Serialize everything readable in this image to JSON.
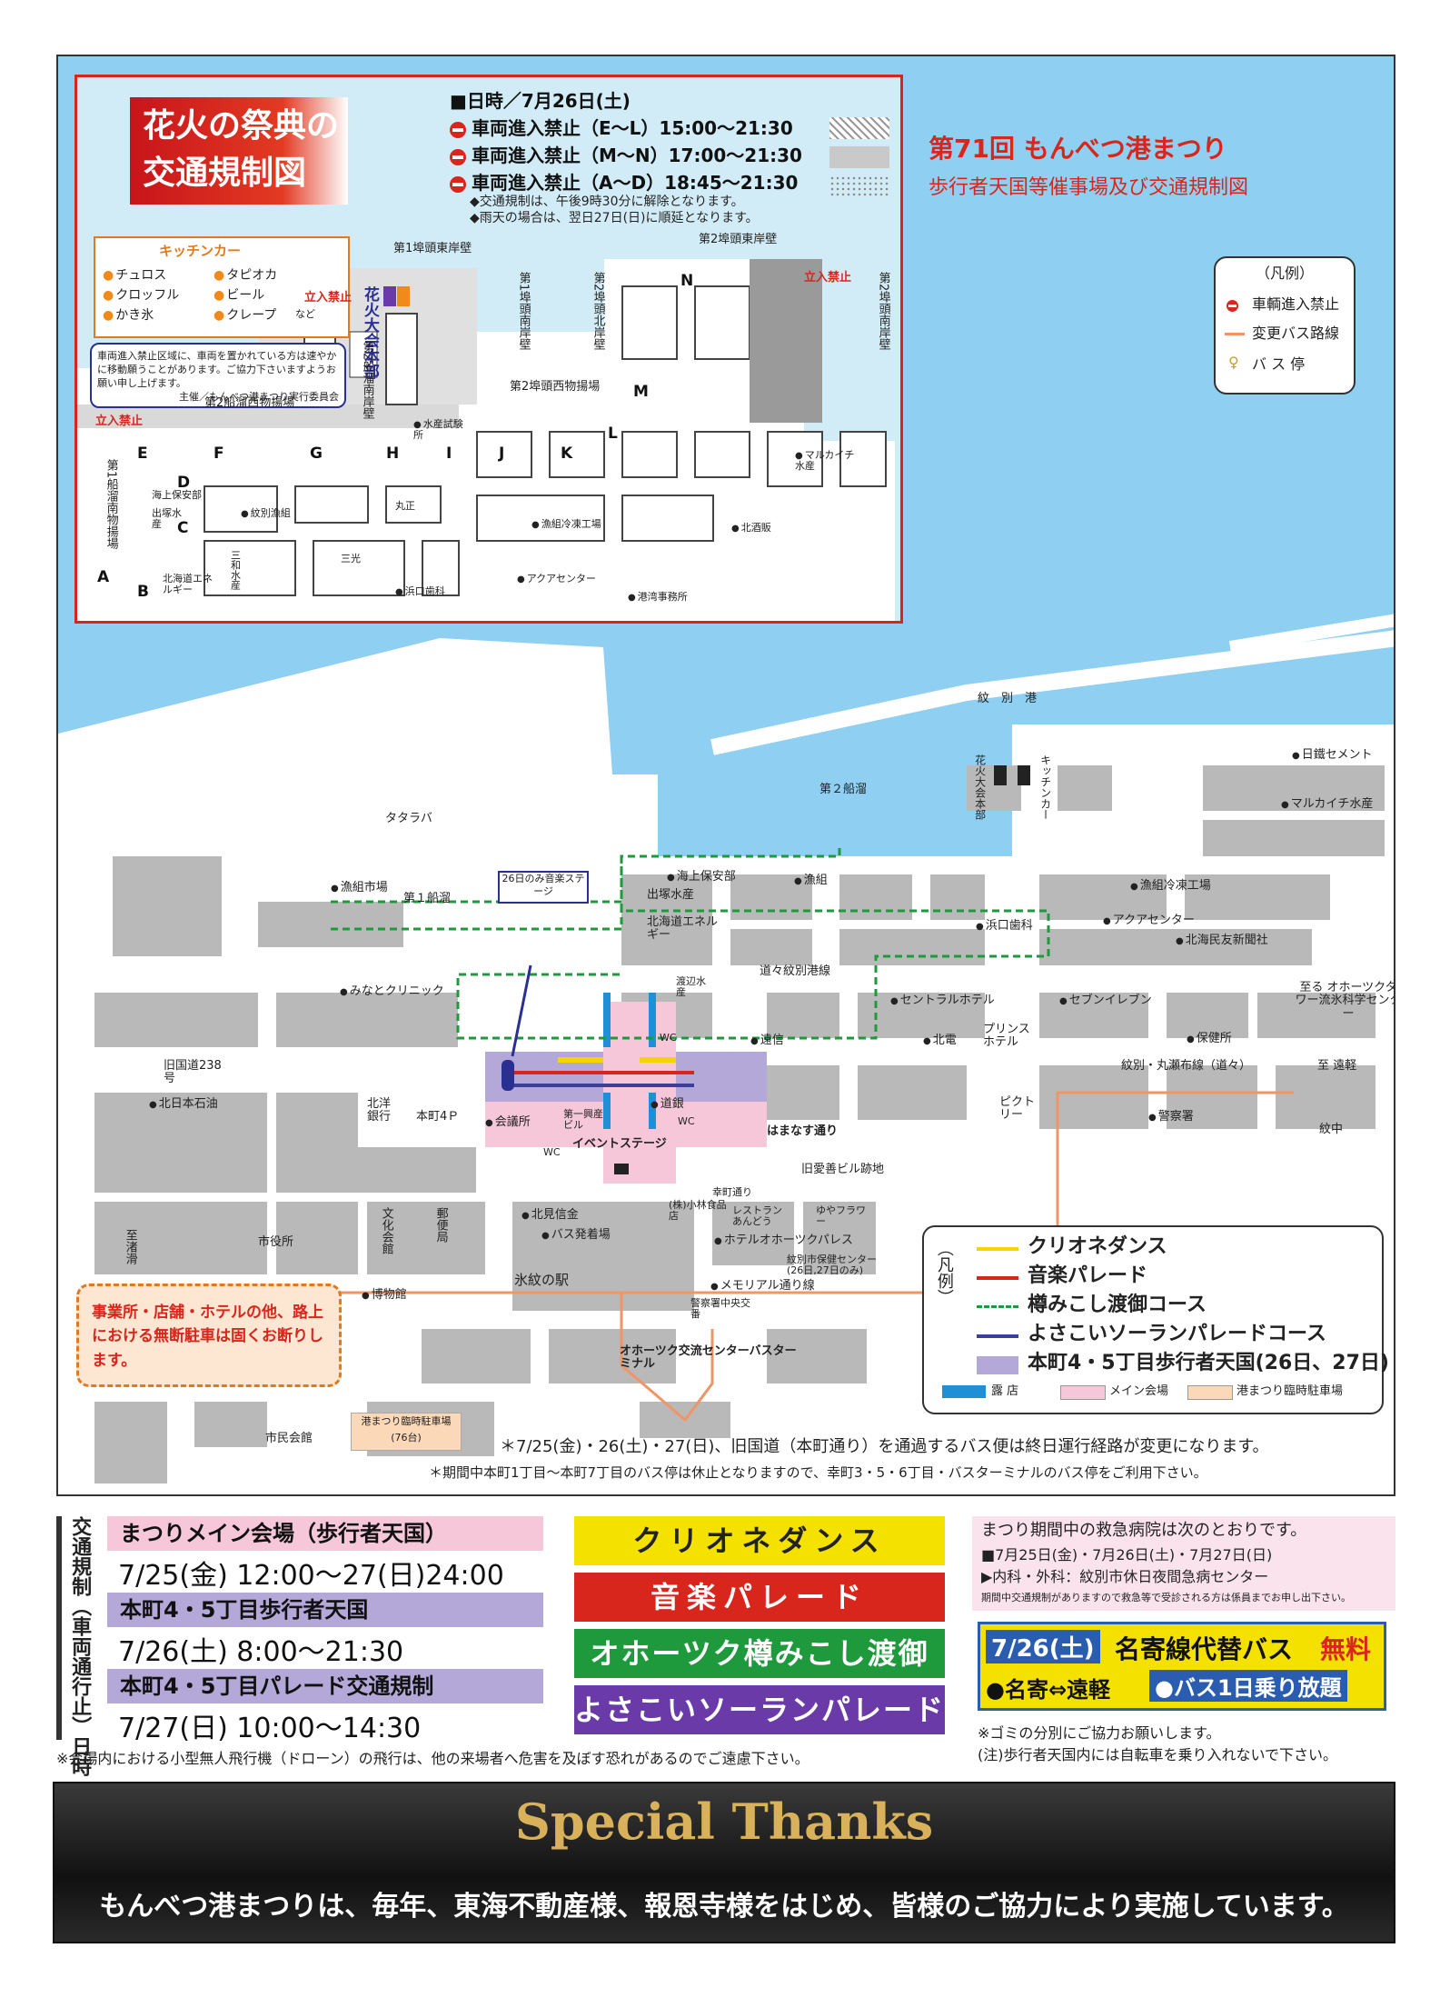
{
  "inset": {
    "title_line1": "花火の祭典の",
    "title_line2": "交通規制図",
    "date_label": "■日時／",
    "date_value": "7月26日(土)",
    "closures": [
      "車両進入禁止（E〜L）15:00〜21:30",
      "車両進入禁止（M〜N）17:00〜21:30",
      "車両進入禁止（A〜D）18:45〜21:30"
    ],
    "notes": [
      "◆交通規制は、午後9時30分に解除となります。",
      "◆雨天の場合は、翌日27日(日)に順延となります。"
    ],
    "kitchen_title": "キッチンカー",
    "kitchen_items": [
      "チュロス",
      "タピオカ",
      "クロッフル",
      "ビール",
      "かき氷",
      "クレープ"
    ],
    "kitchen_etc": "など",
    "request_text": "車両進入禁止区域に、車両を置かれている方は速やかに移動願うことがあります。ご協力下さいますようお願い申し上げます。",
    "request_org": "主催／もんべつ港まつり実行委員会",
    "hq": "花火大会本部",
    "no_entry_label": "立入禁止",
    "letters": [
      "A",
      "B",
      "C",
      "D",
      "E",
      "F",
      "G",
      "H",
      "I",
      "J",
      "K",
      "L",
      "M",
      "N"
    ],
    "places": {
      "p1": "第1埠頭東岸壁",
      "p2": "第2埠頭東岸壁",
      "p3": "第1埠頭南岸壁",
      "p4": "第2埠頭北岸壁",
      "p5": "第2埠頭南岸壁",
      "p6": "第2船溜南岸壁",
      "p7": "第2船溜西物揚場",
      "p8": "第2埠頭西物揚場",
      "p9": "第1船溜南物揚場",
      "p10": "水産試験所",
      "p11": "マルカイチ水産",
      "p12": "海上保安部",
      "p13": "出塚水産",
      "p14": "紋別漁組",
      "p15": "丸正",
      "p16": "漁組冷凍工場",
      "p17": "北酒販",
      "p18": "三和水産",
      "p19": "三光",
      "p20": "北海道エネルギー",
      "p21": "浜口歯科",
      "p22": "アクアセンター",
      "p23": "港湾事務所"
    }
  },
  "title": {
    "main": "第71回 もんべつ港まつり",
    "sub": "歩行者天国等催事場及び交通規制図"
  },
  "legend_small": {
    "title": "（凡例）",
    "items": [
      "車輌進入禁止",
      "変更バス路線",
      "バ ス 停"
    ]
  },
  "map": {
    "sea_labels": [
      "紋　別　港",
      "第２船溜",
      "第１船溜"
    ],
    "labels": {
      "tatarabba": "タタラバ",
      "music_stage": "26日のみ音楽ステージ",
      "gyojo_ichiba": "漁組市場",
      "kaijo": "海上保安部",
      "izuka": "出塚水産",
      "gyokumi": "漁組",
      "hokkaido": "北海道エネルギー",
      "hamaguchi": "浜口歯科",
      "aqua": "アクアセンター",
      "gyokumi_reito": "漁組冷凍工場",
      "minpo": "北海民友新聞社",
      "nittetsu": "日鐵セメント",
      "marukaichi": "マルカイチ水産",
      "hanabi_hq": "花火大会本部",
      "kitchen": "キッチンカー",
      "michi_sen": "道々紋別港線",
      "minato_clinic": "みなとクリニック",
      "watanabe": "渡辺水産",
      "central": "セントラルホテル",
      "seven": "セブンイレブン",
      "okhotsk_tower": "至る オホーツクタワー流氷科学センター",
      "hodensho": "保健所",
      "wc": "WC",
      "enshin": "遠信",
      "hokuden": "北電",
      "prince": "プリンスホテル",
      "kyu_kokudo": "旧国道238号",
      "hokunichi": "北日本石油",
      "hokuyo": "北洋銀行",
      "honcho4p": "本町4Ｐ",
      "kaigisho": "会議所",
      "daiichi": "第一興産ビル",
      "dogin": "道銀",
      "event_stage": "イベントステージ",
      "hamanasu": "はまなす通り",
      "ryuhyo": "紋別・丸瀬布線（道々）",
      "enkaru": "至 遠軽",
      "piktory": "ピクトリー",
      "keisatsu": "警察署",
      "monchu": "紋中",
      "kyu_aizen": "旧愛善ビル跡地",
      "saiwai": "幸町通り",
      "kobayashi": "(株)小林食品店",
      "restaurant": "レストランあんどう",
      "yuya": "ゆやフラワー",
      "hotel_okhotsk": "ホテルオホーツクパレス",
      "hoken_center": "紋別市保健センター(26日,27日のみ)",
      "memorial": "メモリアル通り線",
      "keisatsusho2": "警察署中央交番",
      "kitami": "北見信金",
      "bus_hassha": "バス発着場",
      "hyomon": "氷紋の駅",
      "bunka": "文化会館",
      "yubin": "郵便局",
      "shiyakusho": "市役所",
      "hakubutsukan": "博物館",
      "okhotsk_center": "オホーツク交流センターバスターミナル",
      "shimin": "市民会館",
      "tonsho": "至渚滑",
      "parking": "港まつり臨時駐車場",
      "parking_count": "(76台)"
    },
    "notice": "事業所・店舗・ホテルの他、路上における無断駐車は固くお断りします。",
    "bus_note1": "＊7/25(金)・26(土)・27(日)、旧国道（本町通り）を通過するバス便は終日運行経路が変更になります。",
    "bus_note2": "＊期間中本町1丁目〜本町7丁目のバス停は休止となりますので、幸町3・5・6丁目・バスターミナルのバス停をご利用下さい。"
  },
  "legend_big": {
    "title": "（凡例）",
    "items": [
      "クリオネダンス",
      "音楽パレード",
      "樽みこし渡御コース",
      "よさこいソーランパレードコース",
      "本町4・5丁目歩行者天国(26日、27日)"
    ],
    "bottom": [
      "露 店",
      "メイン会場",
      "港まつり臨時駐車場"
    ],
    "colors": [
      "#f5d400",
      "#d9261c",
      "#1e9a3c",
      "#3b3f9a",
      "#b3a8d8"
    ]
  },
  "schedule": {
    "side_label": "交通規制（車両通行止）日時",
    "bands": [
      {
        "label": "まつりメイン会場（歩行者天国）",
        "time": "7/25(金) 12:00〜27(日)24:00"
      },
      {
        "label": "本町4・5丁目歩行者天国",
        "time": "7/26(土) 8:00〜21:30"
      },
      {
        "label": "本町4・5丁目パレード交通規制",
        "time": "7/27(日) 10:00〜14:30"
      }
    ],
    "drone_note": "※会場内における小型無人飛行機（ドローン）の飛行は、他の来場者へ危害を及ぼす恐れがあるのでご遠慮下さい。"
  },
  "events": [
    "クリオネダンス",
    "音楽パレード",
    "オホーツク樽みこし渡御",
    "よさこいソーランパレード"
  ],
  "hospital": {
    "title": "まつり期間中の救急病院は次のとおりです。",
    "dates": "■7月25日(金)・7月26日(土)・7月27日(日)",
    "dept": "▶内科・外科：紋別市休日夜間急病センター",
    "note": "期間中交通規制がありますので救急等で受診される方は係員までお申し出下さい。"
  },
  "bus_ad": {
    "date": "7/26(土)",
    "title": "名寄線代替バス",
    "free": "無料",
    "route": "●名寄⇔遠軽",
    "pass": "●バス1日乗り放題"
  },
  "footer_notes": [
    "※ゴミの分別にご協力お願いします。",
    "(注)歩行者天国内には自転車を乗り入れないで下さい。"
  ],
  "thanks": {
    "title": "Special Thanks",
    "message": "もんべつ港まつりは、毎年、東海不動産様、報恩寺様をはじめ、皆様のご協力により実施しています。"
  }
}
